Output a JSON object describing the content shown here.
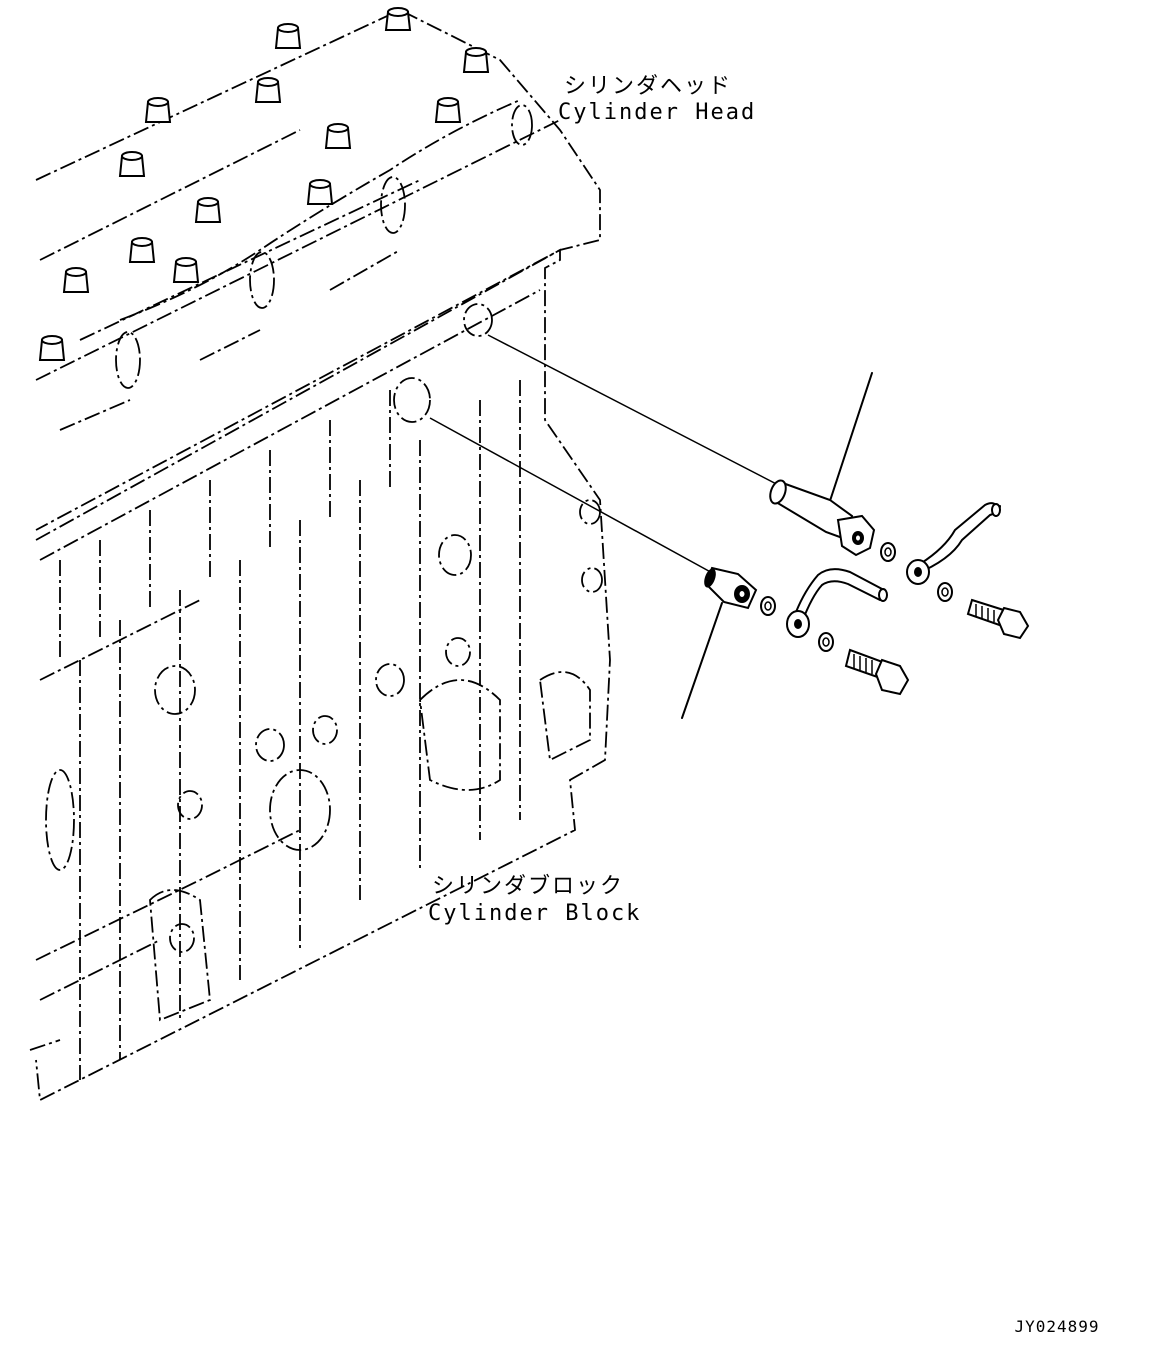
{
  "labels": {
    "cylinder_head_jp": "シリンダヘッド",
    "cylinder_head_en": "Cylinder Head",
    "cylinder_block_jp": "シリンダブロック",
    "cylinder_block_en": "Cylinder Block"
  },
  "drawing_code": "JY024899",
  "colors": {
    "line": "#000000",
    "background": "#ffffff"
  }
}
